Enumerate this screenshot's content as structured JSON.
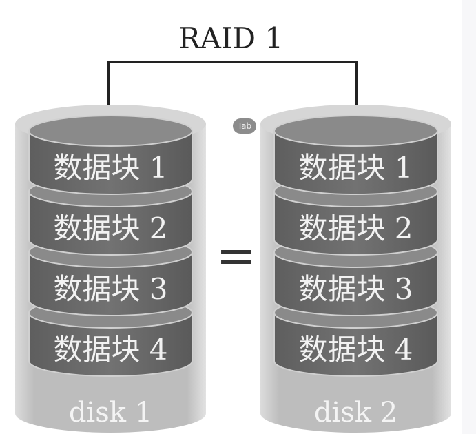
{
  "title": "RAID 1",
  "equals": "=",
  "tab_badge": "Tab",
  "disks": [
    {
      "label": "disk 1",
      "blocks": [
        "数据块 1",
        "数据块 2",
        "数据块 3",
        "数据块 4"
      ]
    },
    {
      "label": "disk 2",
      "blocks": [
        "数据块 1",
        "数据块 2",
        "数据块 3",
        "数据块 4"
      ]
    }
  ]
}
